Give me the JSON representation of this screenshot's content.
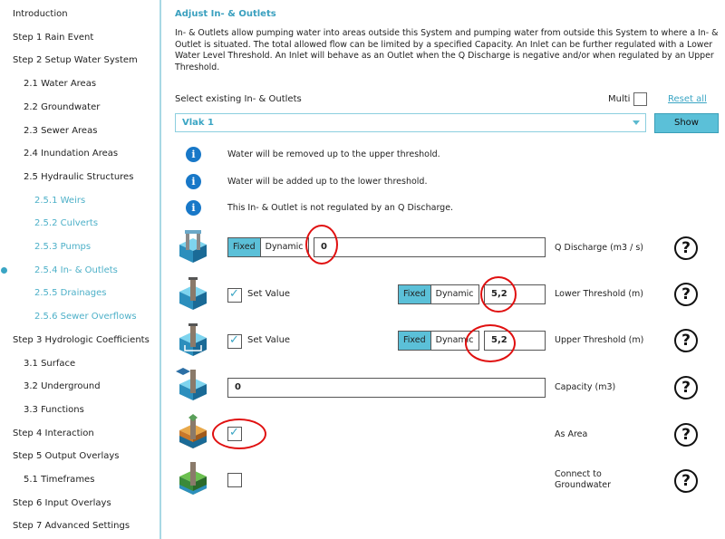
{
  "sidebar": {
    "items": [
      {
        "label": "Introduction",
        "level": 1
      },
      {
        "label": "Step 1 Rain Event",
        "level": 1
      },
      {
        "label": "Step 2 Setup Water System",
        "level": 1
      },
      {
        "label": "2.1 Water Areas",
        "level": 2
      },
      {
        "label": "2.2 Groundwater",
        "level": 2
      },
      {
        "label": "2.3 Sewer Areas",
        "level": 2
      },
      {
        "label": "2.4 Inundation Areas",
        "level": 2
      },
      {
        "label": "2.5 Hydraulic Structures",
        "level": 2
      },
      {
        "label": "2.5.1 Weirs",
        "level": 3
      },
      {
        "label": "2.5.2 Culverts",
        "level": 3
      },
      {
        "label": "2.5.3 Pumps",
        "level": 3
      },
      {
        "label": "2.5.4 In- & Outlets",
        "level": 3,
        "active": true
      },
      {
        "label": "2.5.5 Drainages",
        "level": 3
      },
      {
        "label": "2.5.6 Sewer Overflows",
        "level": 3
      },
      {
        "label": "Step 3 Hydrologic Coefficients",
        "level": 1
      },
      {
        "label": "3.1 Surface",
        "level": 2
      },
      {
        "label": "3.2 Underground",
        "level": 2
      },
      {
        "label": "3.3 Functions",
        "level": 2
      },
      {
        "label": "Step 4 Interaction",
        "level": 1
      },
      {
        "label": "Step 5 Output Overlays",
        "level": 1
      },
      {
        "label": "5.1 Timeframes",
        "level": 2
      },
      {
        "label": "Step 6 Input Overlays",
        "level": 1
      },
      {
        "label": "Step 7 Advanced Settings",
        "level": 1
      }
    ]
  },
  "main": {
    "title": "Adjust In- & Outlets",
    "description": "In- & Outlets allow pumping water into areas outside this System and pumping water from outside this System to where a In- & Outlet is situated. The total allowed flow can be limited by a specified Capacity. An Inlet can be further regulated with a Lower Water Level Threshold. An Inlet will behave as an Outlet when the Q Discharge is negative and/or when regulated by an Upper Threshold.",
    "select_label": "Select existing In- & Outlets",
    "multi_label": "Multi",
    "reset_label": "Reset all",
    "dropdown_value": "Vlak 1",
    "show_label": "Show",
    "info_icon_glyph": "i",
    "info_lines": [
      "Water will be removed up to the upper threshold.",
      "Water will be added up to the lower threshold.",
      "This In- & Outlet is not regulated by an Q Discharge."
    ],
    "fixed_label": "Fixed",
    "dynamic_label": "Dynamic",
    "set_value_label": "Set Value",
    "help_glyph": "?",
    "check_glyph": "✓",
    "q_discharge": {
      "value": "0",
      "label": "Q Discharge (m3 / s)"
    },
    "lower_threshold": {
      "value": "5,2",
      "label": "Lower Threshold (m)",
      "checked": true
    },
    "upper_threshold": {
      "value": "5,2",
      "label": "Upper Threshold (m)",
      "checked": true
    },
    "capacity": {
      "value": "0",
      "label": "Capacity (m3)"
    },
    "as_area": {
      "label": "As Area",
      "checked": true
    },
    "connect_groundwater": {
      "label_line1": "Connect to",
      "label_line2": "Groundwater",
      "checked": false
    }
  },
  "colors": {
    "accent": "#3aa5c4",
    "info": "#1878c8",
    "annotation": "#e01010"
  },
  "icons": [
    "info-icon",
    "help-icon",
    "inlet-structure-icon",
    "checkmark-icon",
    "chevron-down-icon"
  ]
}
